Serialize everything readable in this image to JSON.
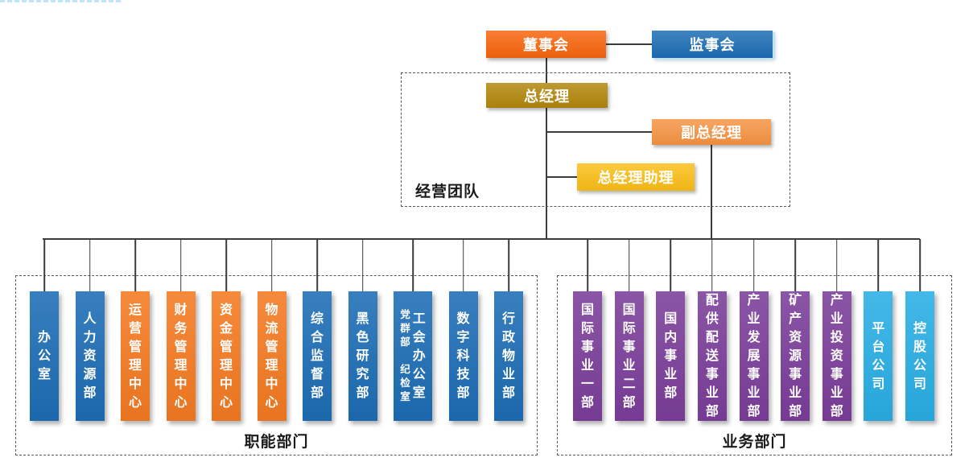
{
  "colors": {
    "board_orange": "#F8650D",
    "blue": "#1C6DB5",
    "gold": "#B2870B",
    "light_orange": "#F79443",
    "yellow": "#FCBF17",
    "func_orange": "#F47A21",
    "purple": "#7B3E9A",
    "sky_blue": "#29AEE5",
    "line": "#3C3C3C",
    "dash_border": "#595959",
    "label_text": "#1A1A1A"
  },
  "top": {
    "board": {
      "label": "董事会",
      "color": "board_orange"
    },
    "supervisory": {
      "label": "监事会",
      "color": "blue"
    }
  },
  "management_team": {
    "group_label": "经营团队",
    "general_manager": {
      "label": "总经理",
      "color": "gold"
    },
    "deputy_general_manager": {
      "label": "副总经理",
      "color": "light_orange"
    },
    "gm_assistant": {
      "label": "总经理助理",
      "color": "yellow"
    }
  },
  "functional_departments": {
    "group_label": "职能部门",
    "items": [
      {
        "label": "办公室",
        "color": "blue"
      },
      {
        "label": "人力资源部",
        "color": "blue"
      },
      {
        "label": "运营管理中心",
        "color": "func_orange"
      },
      {
        "label": "财务管理中心",
        "color": "func_orange"
      },
      {
        "label": "资金管理中心",
        "color": "func_orange"
      },
      {
        "label": "物流管理中心",
        "color": "func_orange"
      },
      {
        "label": "综合监督部",
        "color": "blue"
      },
      {
        "label": "黑色研究部",
        "color": "blue"
      },
      {
        "label": "党群部 纪检室 工会办公室",
        "color": "blue",
        "wide": true,
        "columns": [
          {
            "text": "党群部 纪检室",
            "small": true
          },
          {
            "text": "工会办公室"
          }
        ]
      },
      {
        "label": "数字科技部",
        "color": "blue"
      },
      {
        "label": "行政物业部",
        "color": "blue"
      }
    ]
  },
  "business_departments": {
    "group_label": "业务部门",
    "items": [
      {
        "label": "国际事业一部",
        "color": "purple"
      },
      {
        "label": "国际事业二部",
        "color": "purple"
      },
      {
        "label": "国内事业部",
        "color": "purple"
      },
      {
        "label": "配供配送事业部",
        "color": "purple"
      },
      {
        "label": "产业发展事业部",
        "color": "purple"
      },
      {
        "label": "矿产资源事业部",
        "color": "purple"
      },
      {
        "label": "产业投资事业部",
        "color": "purple"
      },
      {
        "label": "平台公司",
        "color": "sky_blue"
      },
      {
        "label": "控股公司",
        "color": "sky_blue"
      }
    ]
  }
}
